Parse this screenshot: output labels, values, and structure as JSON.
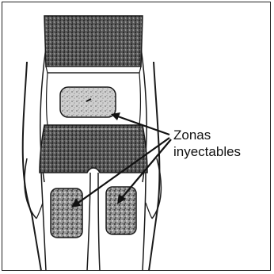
{
  "annotation": {
    "line1": "Zonas",
    "line2": "inyectables"
  },
  "zones": [
    {
      "name": "abdomen"
    },
    {
      "name": "right-thigh"
    },
    {
      "name": "left-thigh"
    }
  ],
  "colors": {
    "outline": "#1a1a1a",
    "shading": "#555555",
    "background": "#ffffff"
  }
}
